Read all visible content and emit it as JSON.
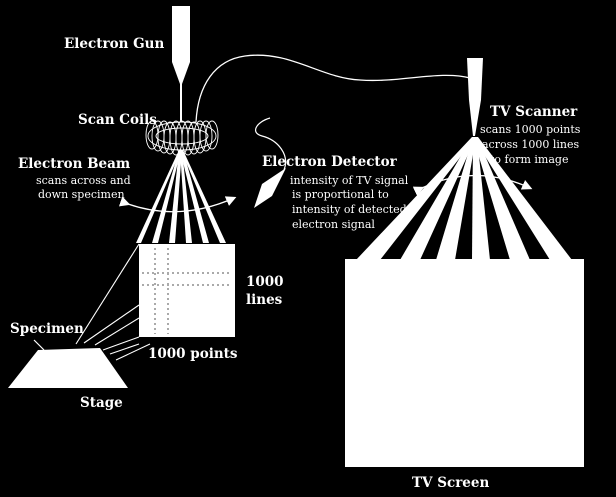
{
  "labels": {
    "electron_gun": "Electron Gun",
    "scan_coils": "Scan Coils",
    "electron_beam": "Electron Beam",
    "electron_beam_desc": [
      "scans across and",
      "down specimen"
    ],
    "electron_detector": "Electron Detector",
    "detector_desc": [
      "intensity of TV signal",
      "is proportional to",
      "intensity of detected",
      "electron signal"
    ],
    "tv_scanner": "TV Scanner",
    "tv_scanner_desc": [
      "scans 1000 points",
      "across 1000 lines",
      "to form image"
    ],
    "lines_count": [
      "1000",
      "lines"
    ],
    "points_count": "1000 points",
    "specimen": "Specimen",
    "stage": "Stage",
    "tv_screen": "TV Screen"
  },
  "colors": {
    "background": "#000000",
    "foreground": "#ffffff",
    "grid_dots": "#bbbbbb"
  }
}
